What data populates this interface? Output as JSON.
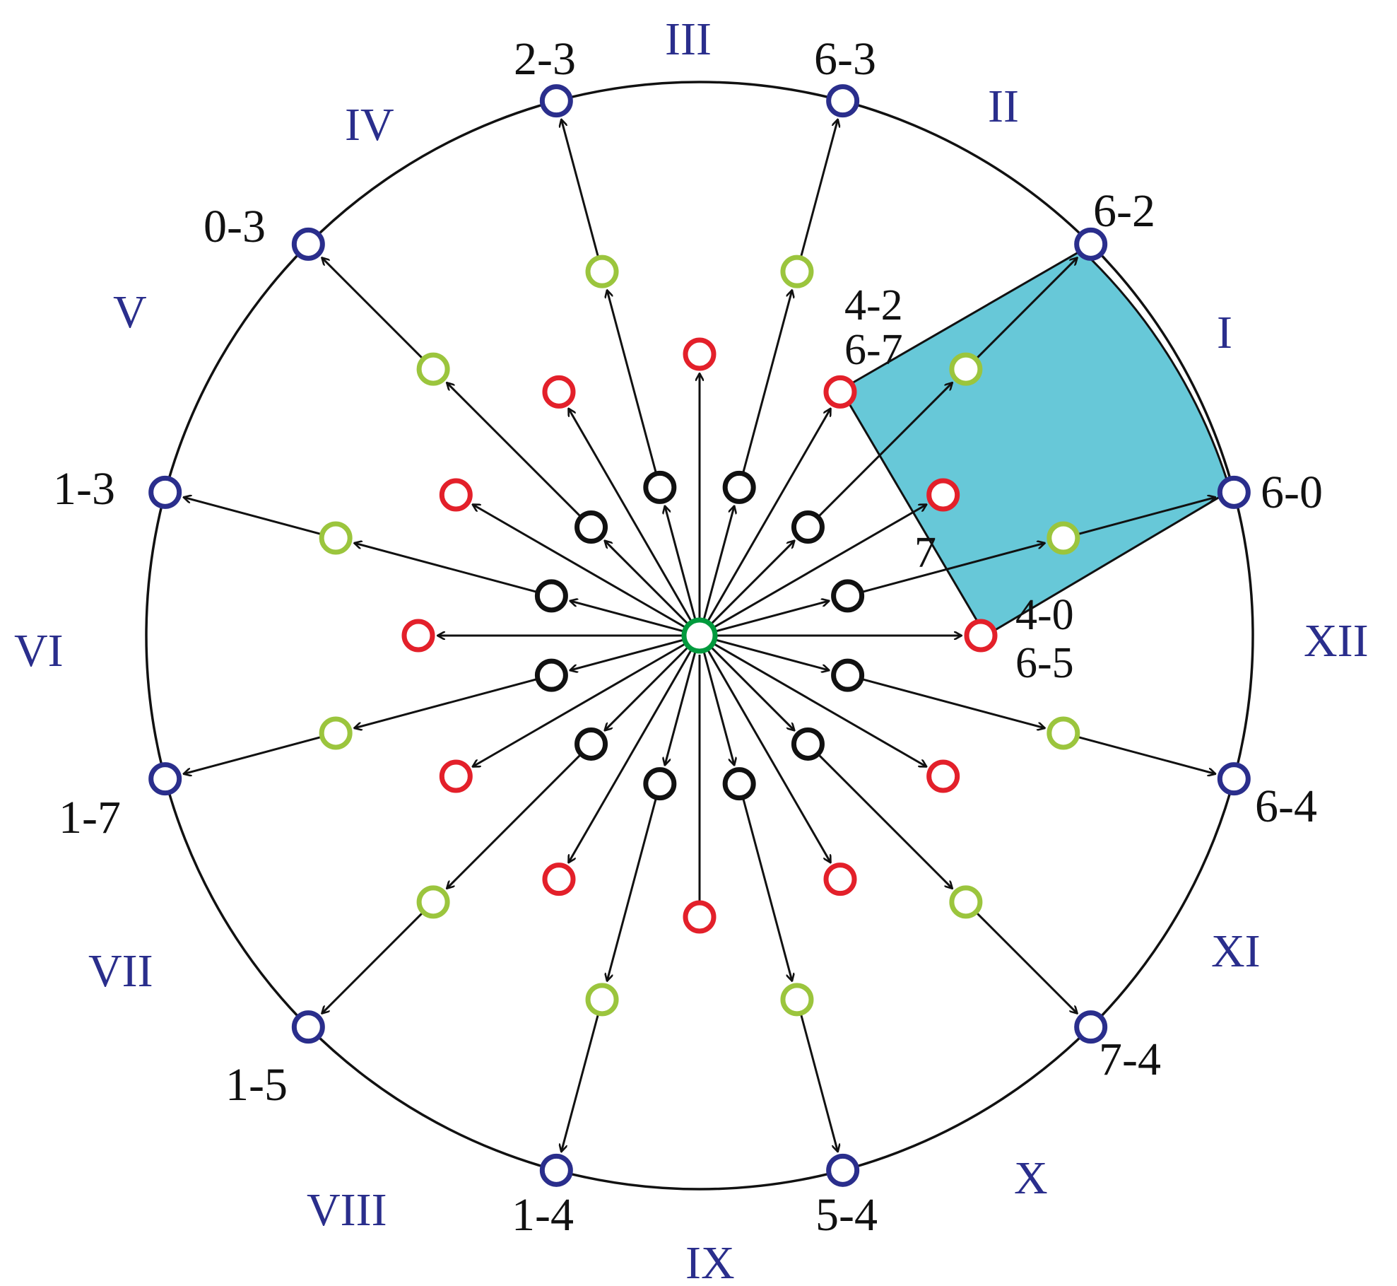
{
  "colors": {
    "outer_node": "#2a2e8c",
    "second_node": "#9bc53d",
    "red_node": "#e3202a",
    "inner_node": "#111111",
    "center_node": "#009a3d",
    "highlight_region": "#67c8d8",
    "roman_label": "#2a2e8c",
    "line": "#111111"
  },
  "outer_nodes": [
    "2-3",
    "6-3",
    "6-2",
    "6-0",
    "6-4",
    "7-4",
    "5-4",
    "1-4",
    "1-5",
    "1-7",
    "1-3",
    "0-3"
  ],
  "sector_labels": [
    "I",
    "II",
    "III",
    "IV",
    "V",
    "VI",
    "VII",
    "VIII",
    "IX",
    "X",
    "XI",
    "XII"
  ],
  "highlight_labels": {
    "top_left": [
      "4-2",
      "6-7"
    ],
    "bottom_left": [
      "4-0",
      "6-5"
    ],
    "middle": "7"
  },
  "center_node": "center-node",
  "node_count": {
    "outer": 12,
    "second": 12,
    "red": 12,
    "inner": 12
  }
}
